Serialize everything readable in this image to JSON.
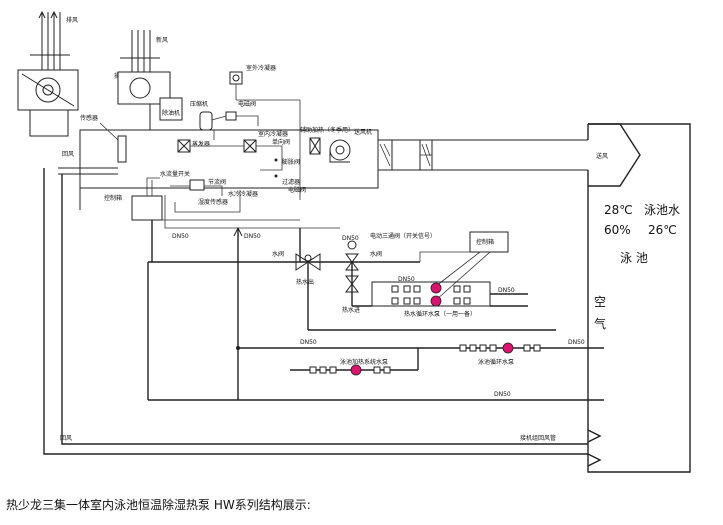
{
  "caption": "热少龙三集一体室内泳池恒温除湿热泵 HW系列结构展示:",
  "labels": {
    "exhaust_air": "排风",
    "fresh_air": "新风",
    "actuator": "操作阀",
    "sensor": "传感器",
    "return_air": "回风",
    "outdoor_condenser": "室外冷凝器",
    "compressor": "压缩机",
    "solenoid_valve": "电磁阀",
    "oil_separator": "除油机",
    "evaporator": "蒸发器",
    "indoor_condenser": "室内冷凝器",
    "aux_heating": "辅助加热（冬季用）",
    "supply_fan": "送风机",
    "check_valve": "单向阀",
    "water_cooled_switch": "水流量开关",
    "control_box_left": "控制箱",
    "humidity_sensor": "湿度传感器",
    "water_condenser": "水冷冷凝器",
    "throttle_valve": "节流阀",
    "filter": "过滤器",
    "expansion_valve": "膨胀阀",
    "solenoid_valve_2": "电磁阀",
    "dn50_a": "DN50",
    "dn50_b": "DN50",
    "dn50_c": "DN50",
    "dn50_d": "DN50",
    "dn50_e": "DN50",
    "dn50_f": "DN50",
    "dn50_g": "DN50",
    "dn50_h": "DN50",
    "three_way_valve": "电动三通阀（开关信号）",
    "water_valve_left": "水阀",
    "water_valve_right": "水阀",
    "hot_water_out": "热水出",
    "hot_water_in": "热水进",
    "control_box_right": "控制箱",
    "hot_water_pump": "热水循环水泵（一用一备）",
    "pool_heat_pump": "泳池加热系统水泵",
    "pool_circ_pump": "泳池循环水泵",
    "supply_air": "送风",
    "return_air_bottom": "回风",
    "unit_return_duct": "接机组回风管",
    "pool_temp_label": "28℃",
    "pool_water_label": "泳池水",
    "humidity_label": "60%",
    "air_temp_label": "26℃",
    "pool_label": "泳 池",
    "air_label_1": "空",
    "air_label_2": "气"
  }
}
